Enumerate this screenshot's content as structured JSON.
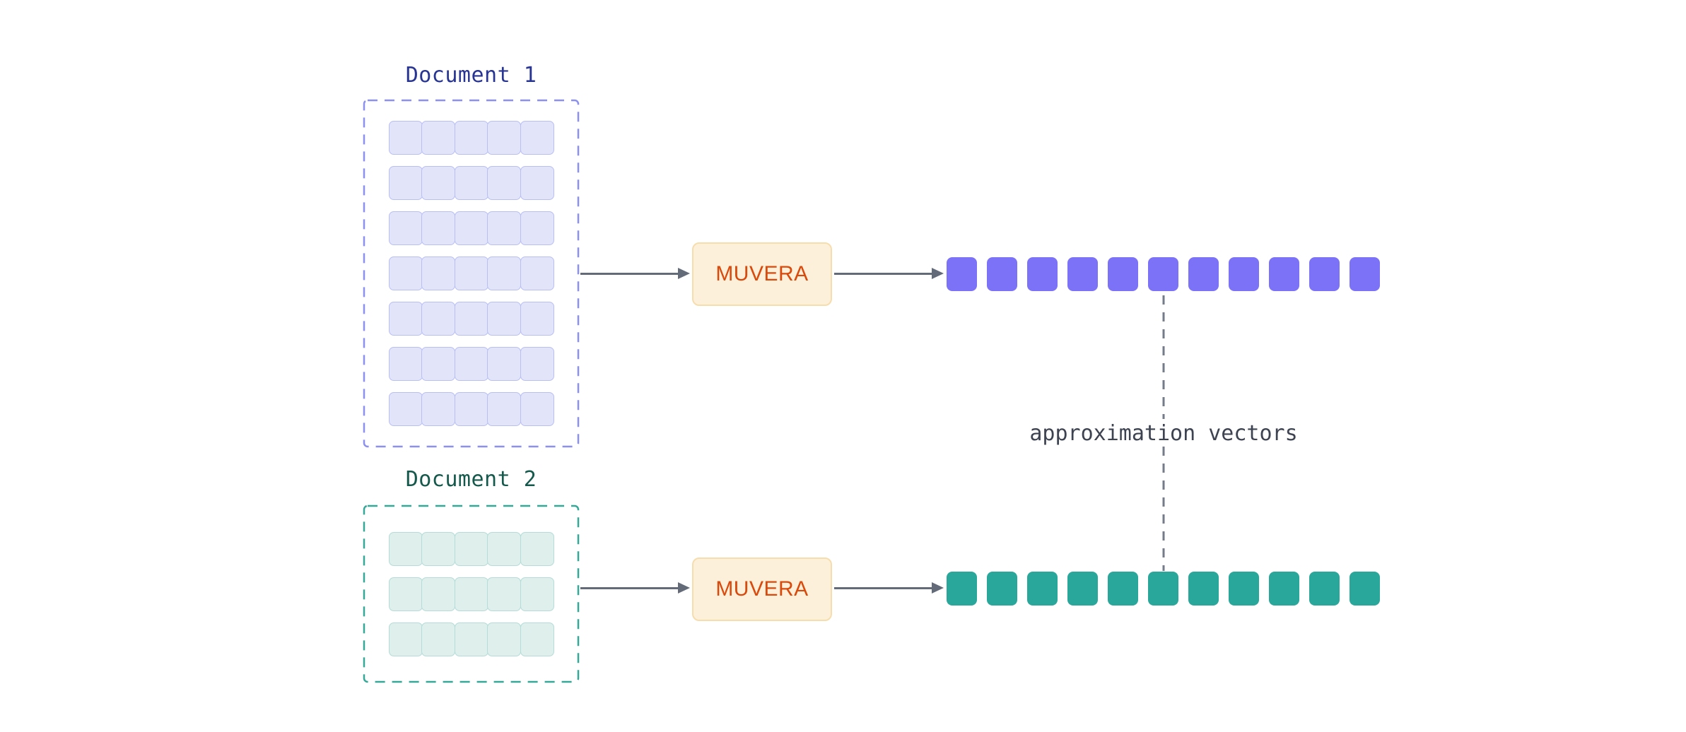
{
  "documents": [
    {
      "label": "Document 1",
      "rows": 7,
      "cols": 5,
      "label_color": "#283593",
      "box_border_color": "#8c90ee",
      "cell_fill": "#e2e5fa",
      "cell_border": "#b9bff2"
    },
    {
      "label": "Document 2",
      "rows": 3,
      "cols": 5,
      "label_color": "#15594c",
      "box_border_color": "#35a897",
      "cell_fill": "#deefec",
      "cell_border": "#b5dcd8"
    }
  ],
  "processors": [
    {
      "label": "MUVERA"
    },
    {
      "label": "MUVERA"
    }
  ],
  "processor_style": {
    "fill": "#fdf0da",
    "border": "#f6ddad",
    "text_color": "#d9490c"
  },
  "output_rows": [
    {
      "count": 11,
      "color": "#7c72f8"
    },
    {
      "count": 11,
      "color": "#29a79a"
    }
  ],
  "annotation": {
    "label": "approximation vectors",
    "text_color": "#3d4350",
    "line_color": "#757c89"
  },
  "arrow_color": "#646b78"
}
